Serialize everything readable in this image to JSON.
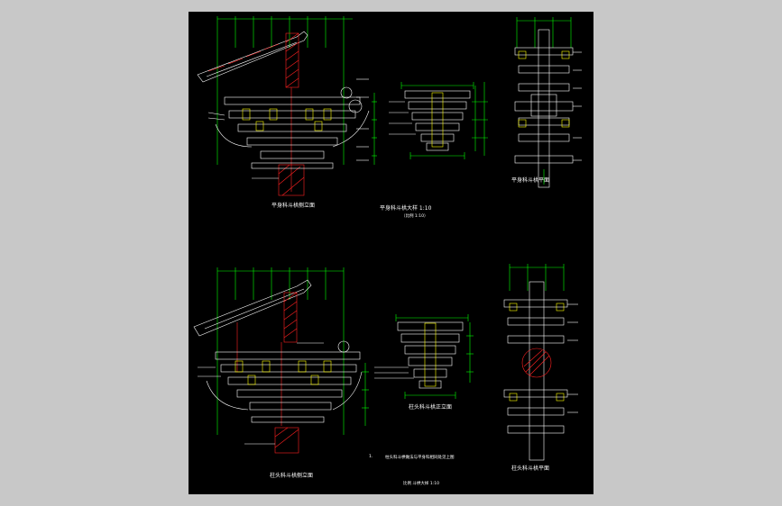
{
  "colors": {
    "background": "#c8c8c8",
    "canvas": "#000000",
    "line": "#ffffff",
    "dimension": "#00ff00",
    "section": "#ff2020",
    "member": "#ffff00"
  },
  "labels": {
    "top_left_title": "平身科斗栱侧立面",
    "top_mid_title": "平身科斗栱大样  1:10",
    "top_mid_sub": "（比例 1:10）",
    "top_right_title": "平身科斗栱平面",
    "bottom_left_title": "柱头科斗栱侧立面",
    "bottom_mid_title": "柱头科斗栱正立面",
    "bottom_right_title": "柱头科斗栱平面",
    "bottom_note_num": "1.",
    "bottom_note": "柱头科斗栱做法与平身科相同处见上图",
    "bottom_scale": "比例  斗栱大样  1:10"
  }
}
